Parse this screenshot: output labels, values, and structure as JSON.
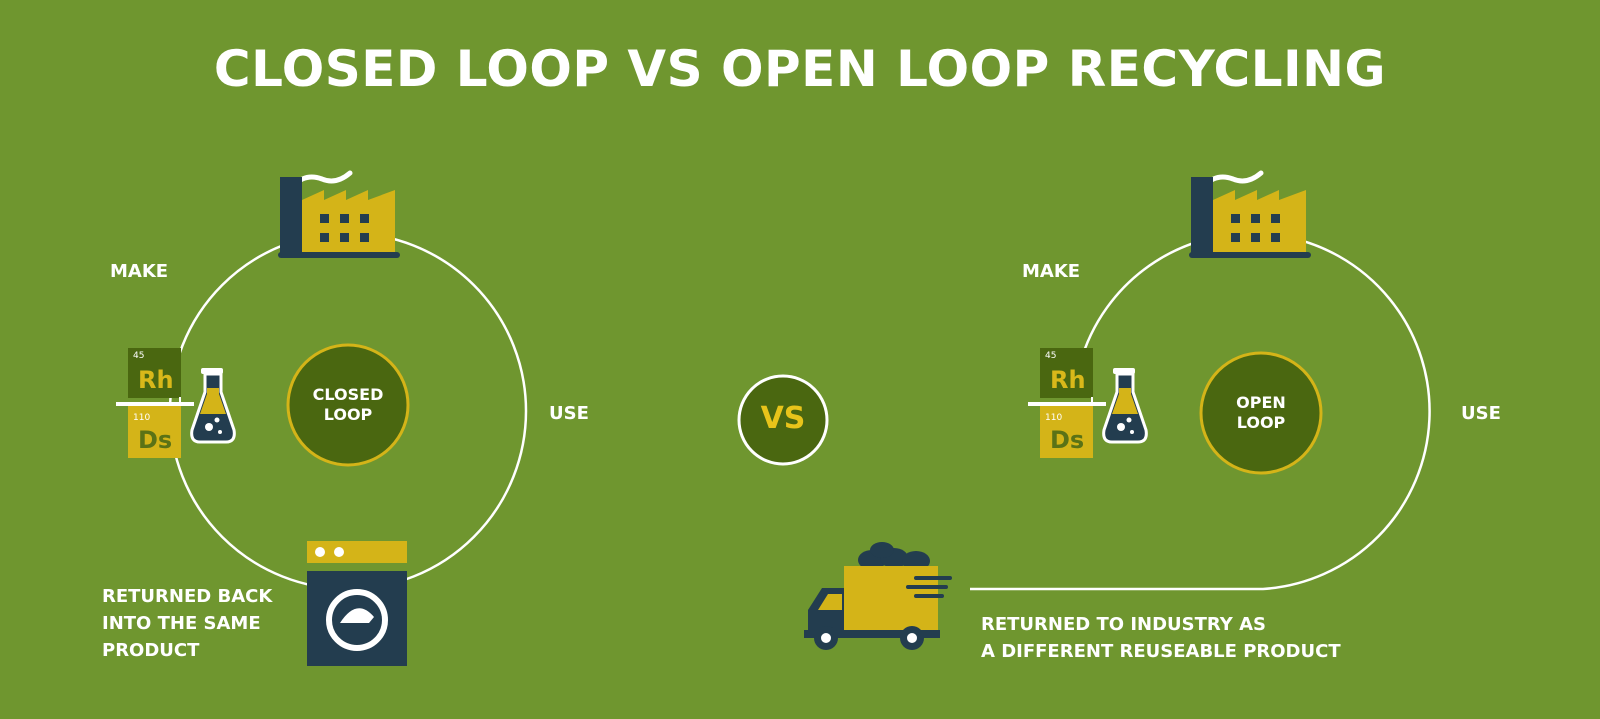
{
  "title": "CLOSED LOOP VS OPEN LOOP RECYCLING",
  "vs_label": "VS",
  "colors": {
    "background": "#6f962f",
    "dark_green": "#4a6710",
    "yellow": "#d4b418",
    "navy": "#233d4f",
    "white": "#ffffff"
  },
  "closed_loop": {
    "center_lines": [
      "CLOSED",
      "LOOP"
    ],
    "make_label": "MAKE",
    "use_label": "USE",
    "return_lines": [
      "RETURNED BACK",
      "INTO THE SAME",
      "PRODUCT"
    ],
    "element_top": {
      "number": "45",
      "symbol": "Rh"
    },
    "element_bottom": {
      "number": "110",
      "symbol": "Ds"
    },
    "icons": [
      "factory-icon",
      "flask-icon",
      "washing-machine-icon"
    ]
  },
  "open_loop": {
    "center_lines": [
      "OPEN",
      "LOOP"
    ],
    "make_label": "MAKE",
    "use_label": "USE",
    "return_lines": [
      "RETURNED TO INDUSTRY AS",
      "A DIFFERENT REUSEABLE PRODUCT"
    ],
    "element_top": {
      "number": "45",
      "symbol": "Rh"
    },
    "element_bottom": {
      "number": "110",
      "symbol": "Ds"
    },
    "icons": [
      "factory-icon",
      "flask-icon",
      "delivery-truck-icon"
    ]
  }
}
